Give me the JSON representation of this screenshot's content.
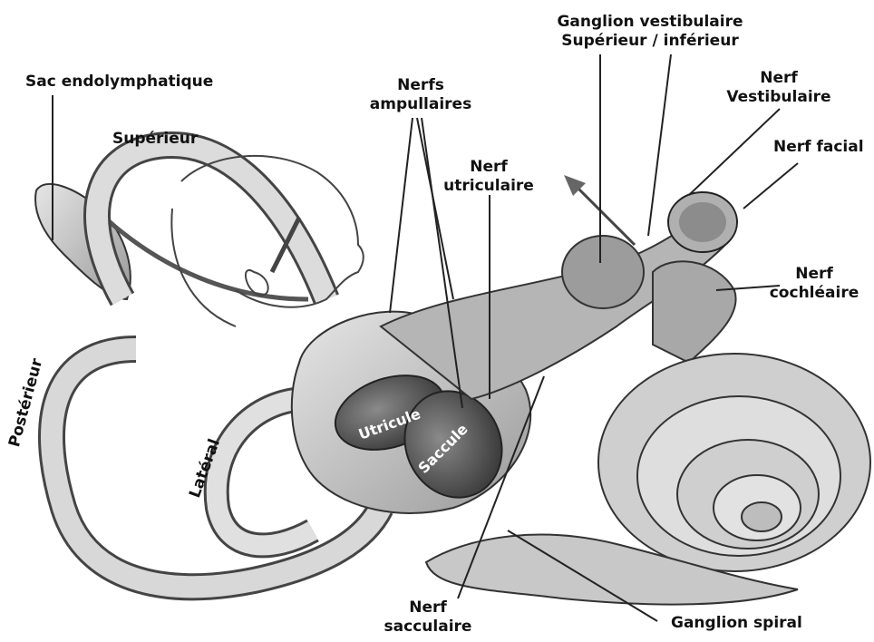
{
  "labels": {
    "sac": "Sac endolymphatique",
    "superieur": "Supérieur",
    "posterieur": "Postérieur",
    "lateral": "Latéral",
    "nerfs_ampullaires": [
      "Nerfs",
      "ampullaires"
    ],
    "nerf_utriculaire": [
      "Nerf",
      "utriculaire"
    ],
    "ganglion_vestibulaire": [
      "Ganglion vestibulaire",
      "Supérieur / inférieur"
    ],
    "nerf_vestibulaire": [
      "Nerf",
      "Vestibulaire"
    ],
    "nerf_facial": "Nerf facial",
    "nerf_cochleaire": [
      "Nerf",
      "cochléaire"
    ],
    "utricule": "Utricule",
    "saccule": "Saccule",
    "nerf_sacculaire": [
      "Nerf",
      "sacculaire"
    ],
    "ganglion_spiral": "Ganglion spiral"
  }
}
